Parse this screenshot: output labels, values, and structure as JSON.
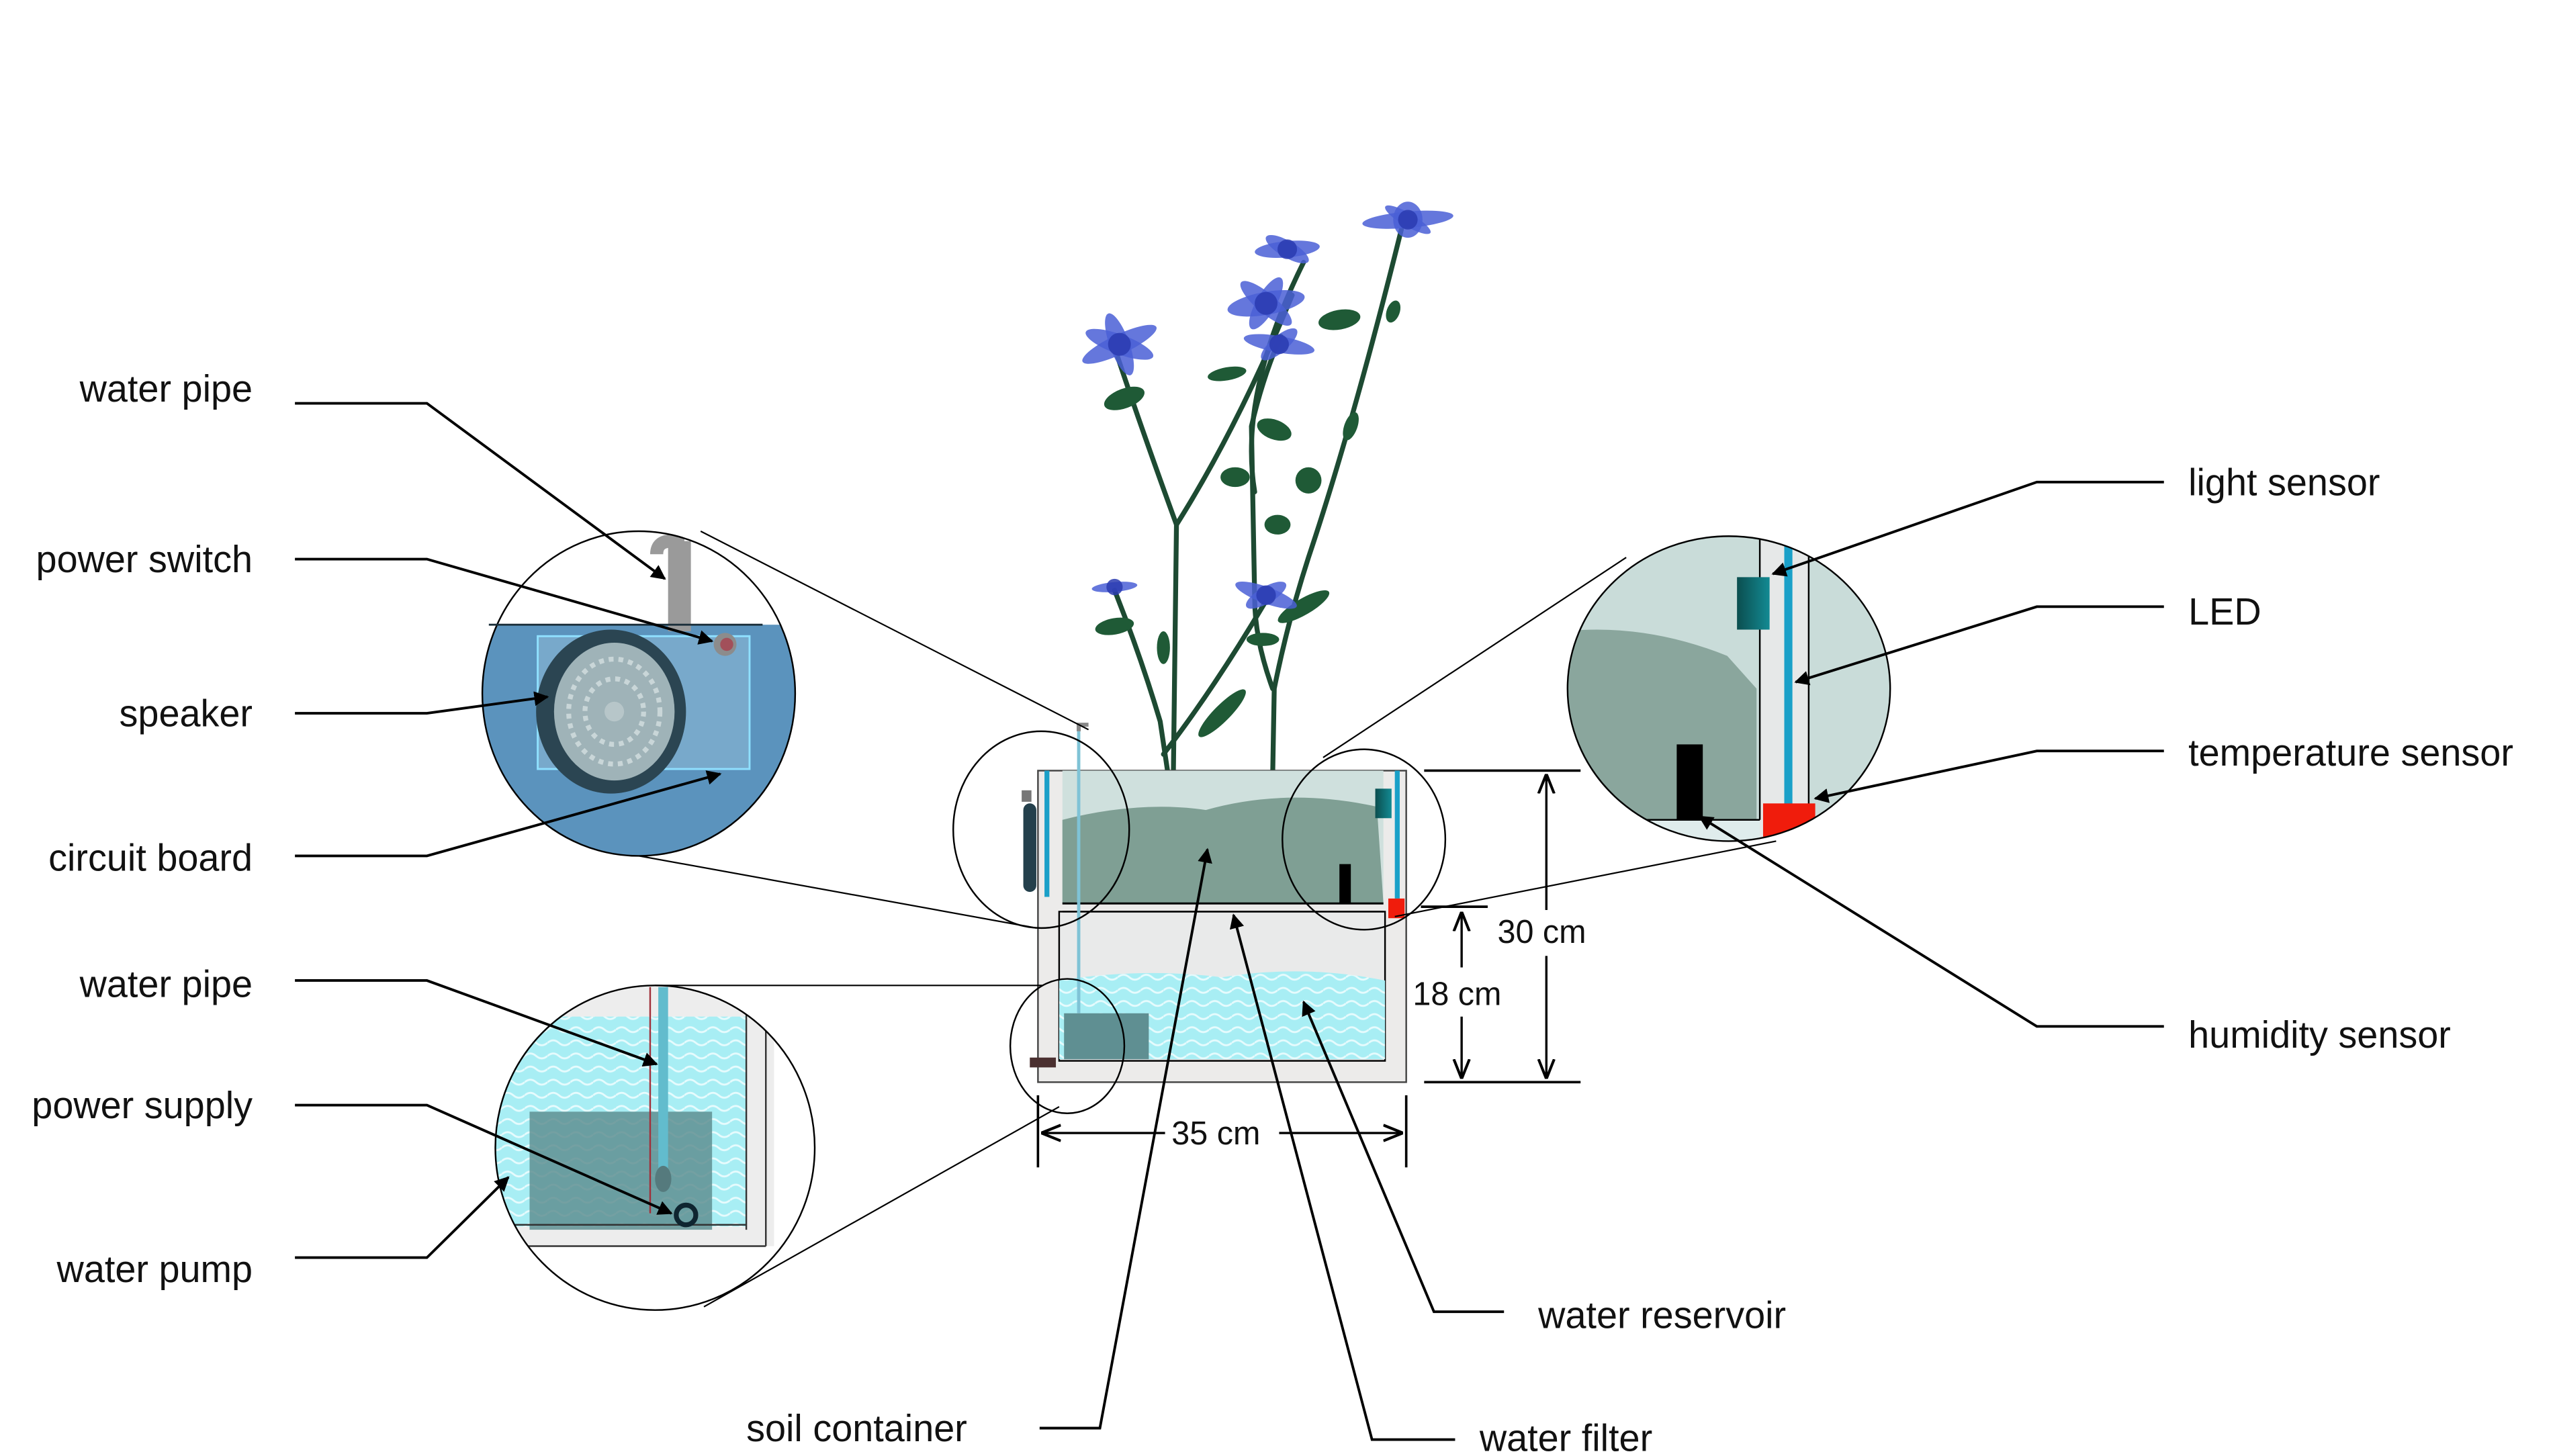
{
  "title": "Smart plant pot system diagram",
  "labels": {
    "left": {
      "water_pipe_top": "water pipe",
      "power_switch": "power switch",
      "speaker": "speaker",
      "circuit_board": "circuit board",
      "water_pipe_bottom": "water pipe",
      "power_supply": "power supply",
      "water_pump": "water pump"
    },
    "right": {
      "light_sensor": "light sensor",
      "led": "LED",
      "temperature_sensor": "temperature sensor",
      "humidity_sensor": "humidity sensor"
    },
    "bottom": {
      "soil_container": "soil container",
      "water_filter": "water filter",
      "water_reservoir": "water reservoir"
    }
  },
  "dimensions": {
    "total_height": "30 cm",
    "reservoir_height": "18 cm",
    "width": "35 cm"
  },
  "colors": {
    "flower": "#4a5fd6",
    "stem": "#1d4a32",
    "soil": "#7f9f94",
    "water": "#a9ecf2",
    "electronics_panel": "#5b93bd",
    "led": "#1aa0c8",
    "temperature_sensor": "#f01c0c",
    "light_sensor": "#0e6a72",
    "humidity_sensor": "#000000"
  }
}
